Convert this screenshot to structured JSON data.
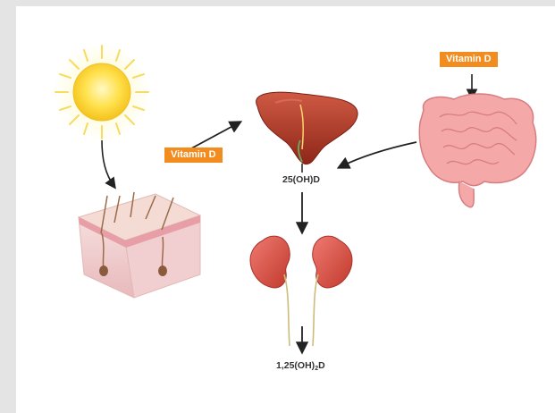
{
  "labels": {
    "skin_tag": "Vitamin D",
    "intestine_tag": "Vitamin D",
    "liver_product": "25(OH)D",
    "kidney_product_prefix": "1,25(OH)",
    "kidney_product_subscript": "2",
    "kidney_product_suffix": "D"
  },
  "colors": {
    "tag_background": "#f28c1e",
    "frame": "#e4e4e4",
    "liver": "#b23a2a",
    "kidney": "#d9534f",
    "intestine": "#f2a2a4",
    "skin": "#f3d2d2",
    "sun": "#ffe14d",
    "arrow": "#222222"
  },
  "icons": [
    "sun-icon",
    "skin-cross-section-icon",
    "liver-icon",
    "intestine-icon",
    "kidney-icon"
  ]
}
